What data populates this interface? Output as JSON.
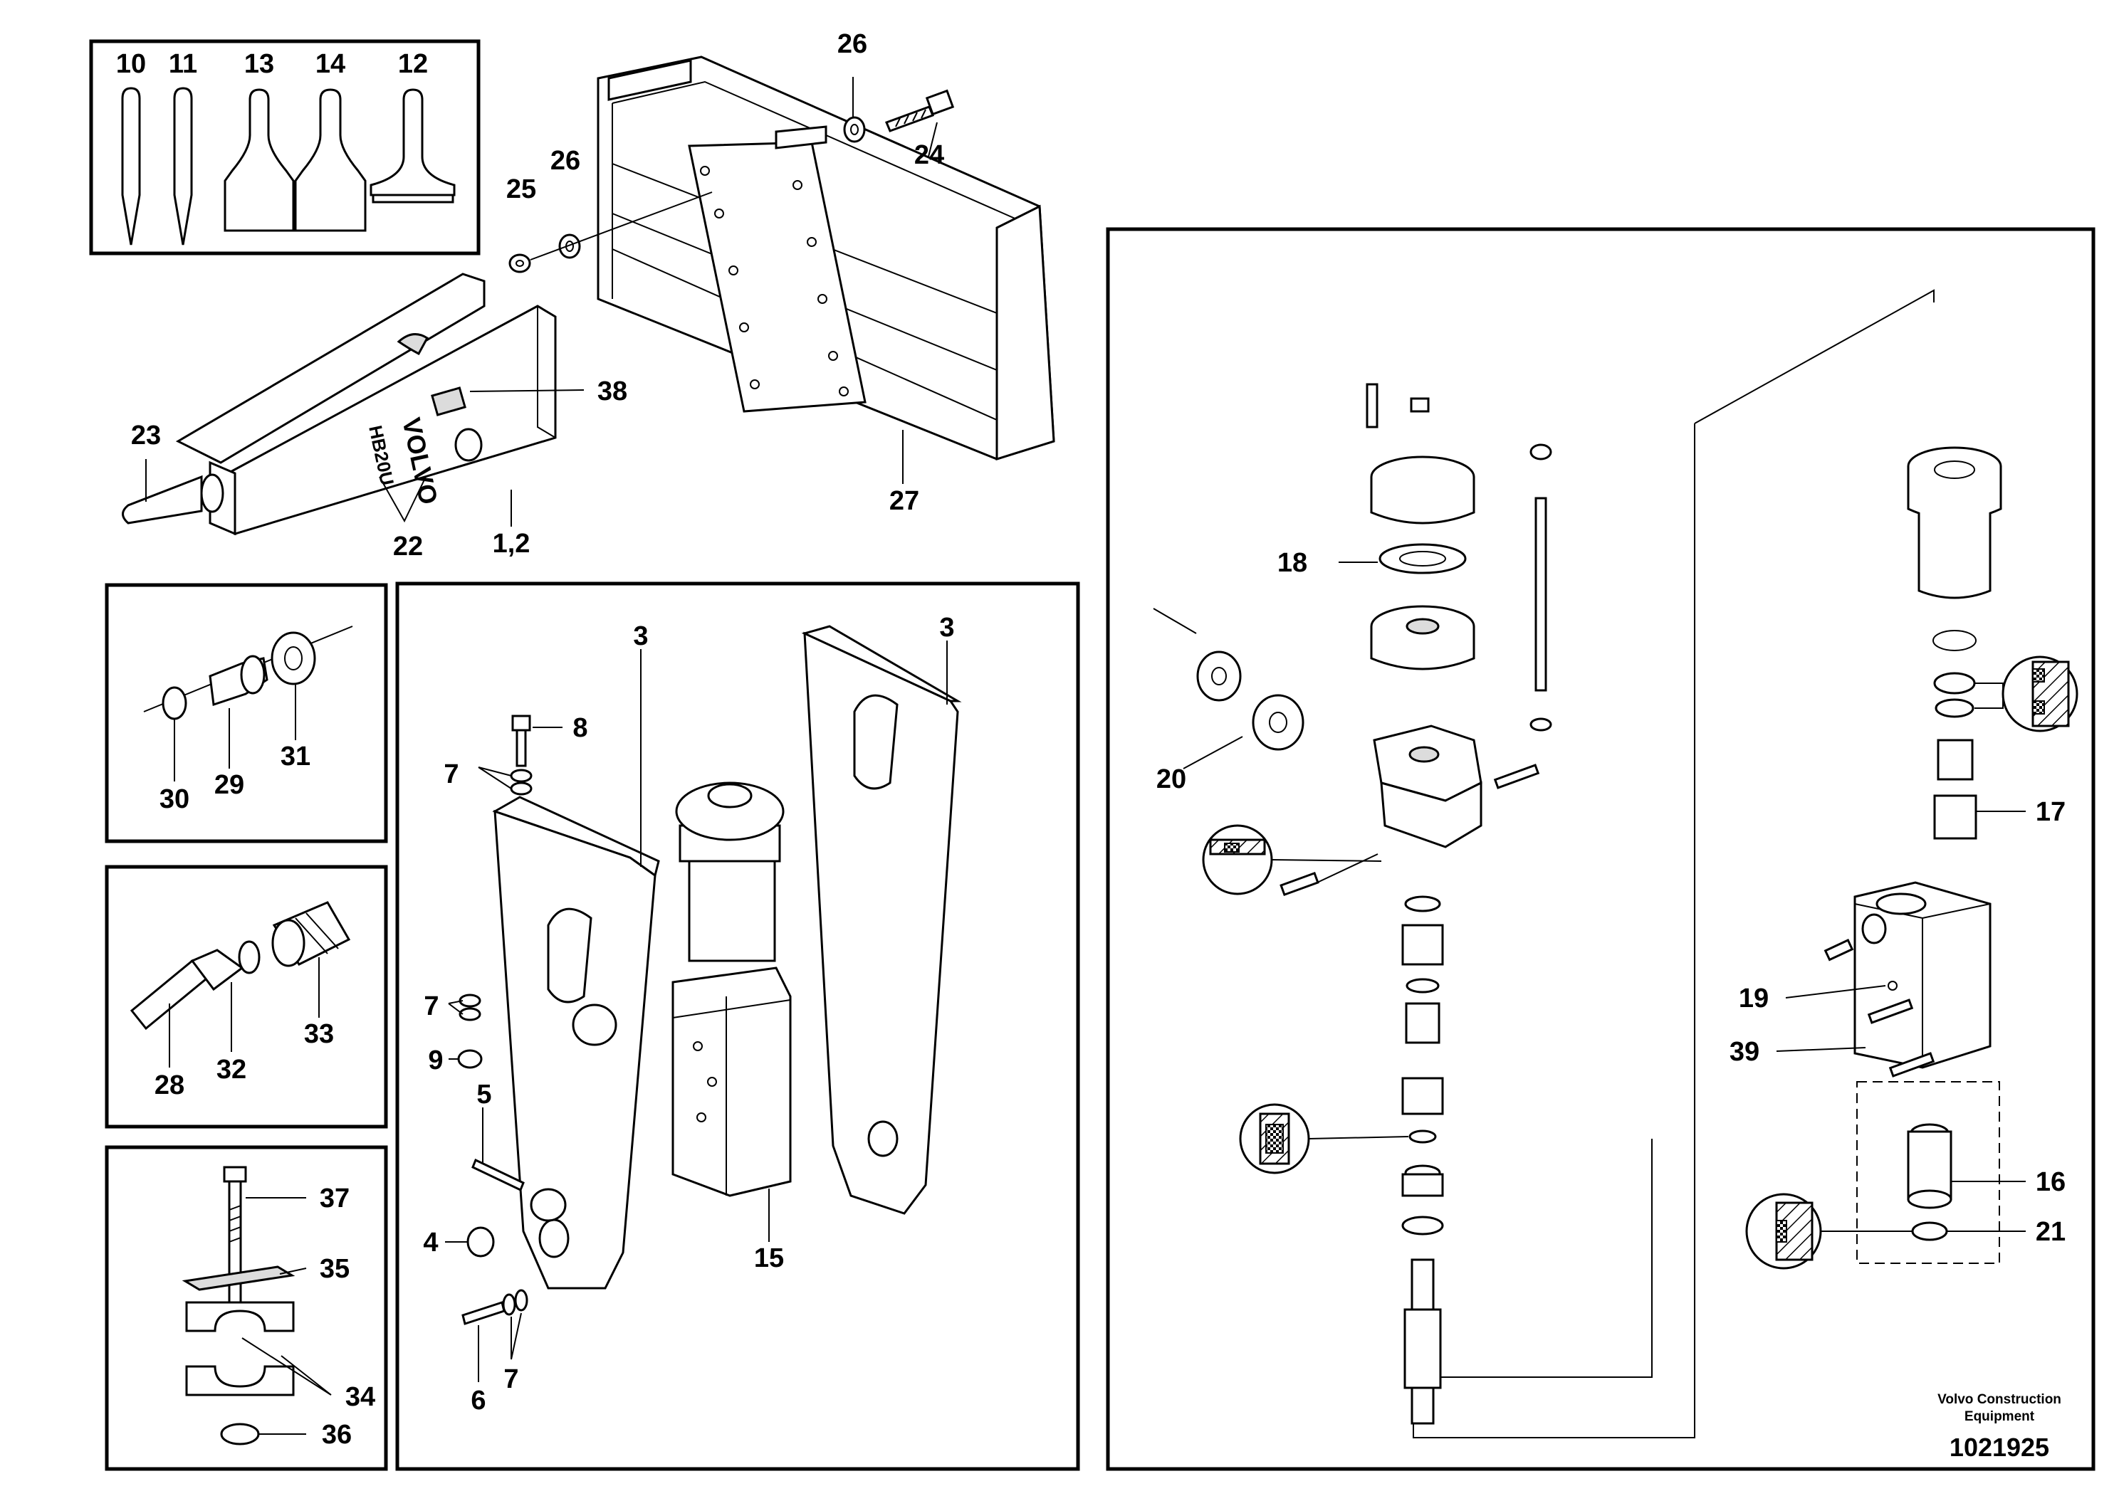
{
  "callouts": {
    "c10": "10",
    "c11": "11",
    "c13": "13",
    "c14": "14",
    "c12": "12",
    "c26a": "26",
    "c24": "24",
    "c25": "25",
    "c26b": "26",
    "c38": "38",
    "c23": "23",
    "c22": "22",
    "c1_2": "1,2",
    "c27": "27",
    "c30": "30",
    "c29": "29",
    "c31": "31",
    "c28": "28",
    "c32": "32",
    "c33": "33",
    "c37": "37",
    "c35": "35",
    "c34": "34",
    "c36": "36",
    "c8": "8",
    "c7a": "7",
    "c3a": "3",
    "c3b": "3",
    "c7b": "7",
    "c9": "9",
    "c5": "5",
    "c4": "4",
    "c15": "15",
    "c6": "6",
    "c7c": "7",
    "c18": "18",
    "c20": "20",
    "c17": "17",
    "c19": "19",
    "c39": "39",
    "c16": "16",
    "c21": "21"
  },
  "hammer_text": {
    "brand": "VOLVO",
    "model": "HB20U"
  },
  "footer": {
    "brand_line1": "Volvo Construction",
    "brand_line2": "Equipment",
    "drawing_number": "1021925"
  }
}
